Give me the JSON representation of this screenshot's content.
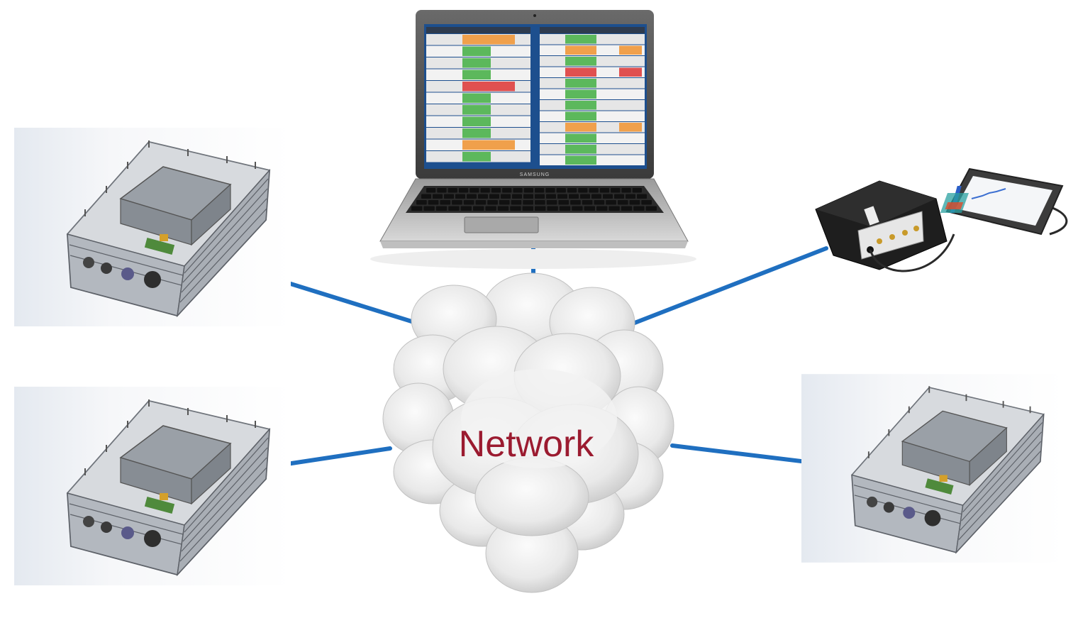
{
  "diagram": {
    "cloud_label": "Network",
    "laptop_brand": "SAMSUNG",
    "colors": {
      "link": "#1f6fc0",
      "cloud_text": "#9b1b30",
      "cell_green": "#5cb85c",
      "cell_orange": "#f0a04b",
      "cell_red": "#e05050"
    },
    "nodes": [
      {
        "id": "sensor-node-top-left",
        "kind": "sensor-enclosure"
      },
      {
        "id": "sensor-node-bottom-left",
        "kind": "sensor-enclosure"
      },
      {
        "id": "monitoring-laptop",
        "kind": "laptop"
      },
      {
        "id": "spectrum-analyzer-tablet",
        "kind": "analyzer"
      },
      {
        "id": "sensor-node-right",
        "kind": "sensor-enclosure"
      }
    ]
  }
}
